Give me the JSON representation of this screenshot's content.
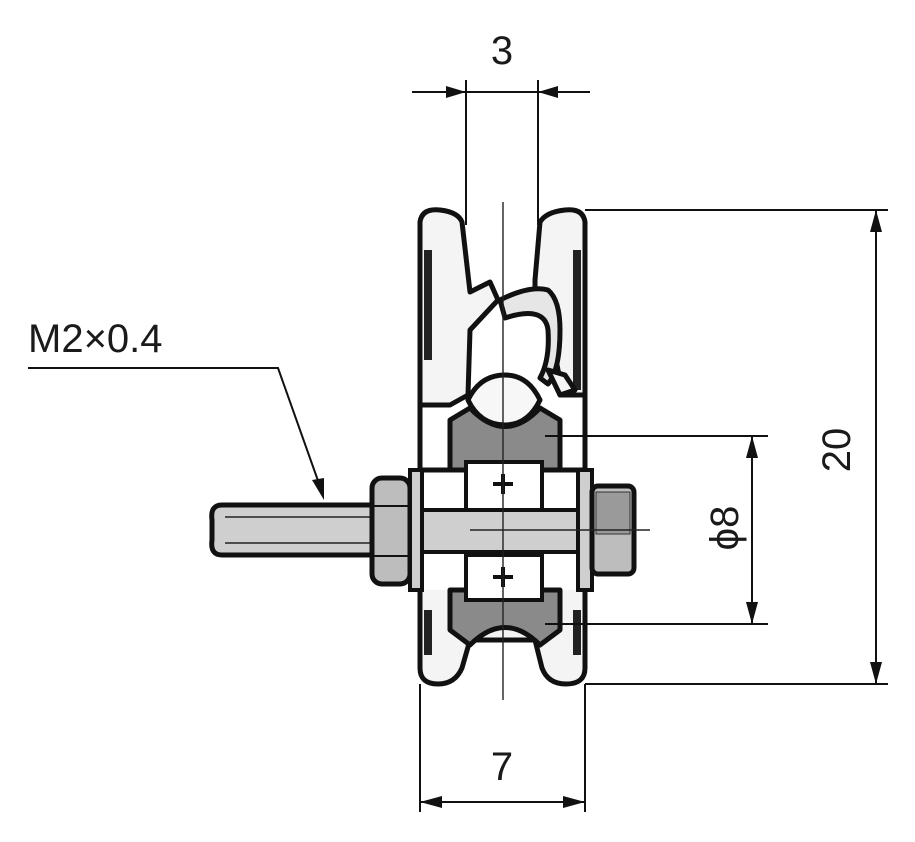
{
  "labels": {
    "thread_spec": "M2×0.4",
    "groove_width": "3",
    "overall_width": "7",
    "outer_diameter": "20",
    "bearing_diameter": "ϕ8"
  },
  "colors": {
    "line": "#111111",
    "gray_fill": "#cfcfcf",
    "dark_gray_fill": "#8a8a8a",
    "light_fill": "#f2f2f2",
    "background": "#ffffff"
  }
}
